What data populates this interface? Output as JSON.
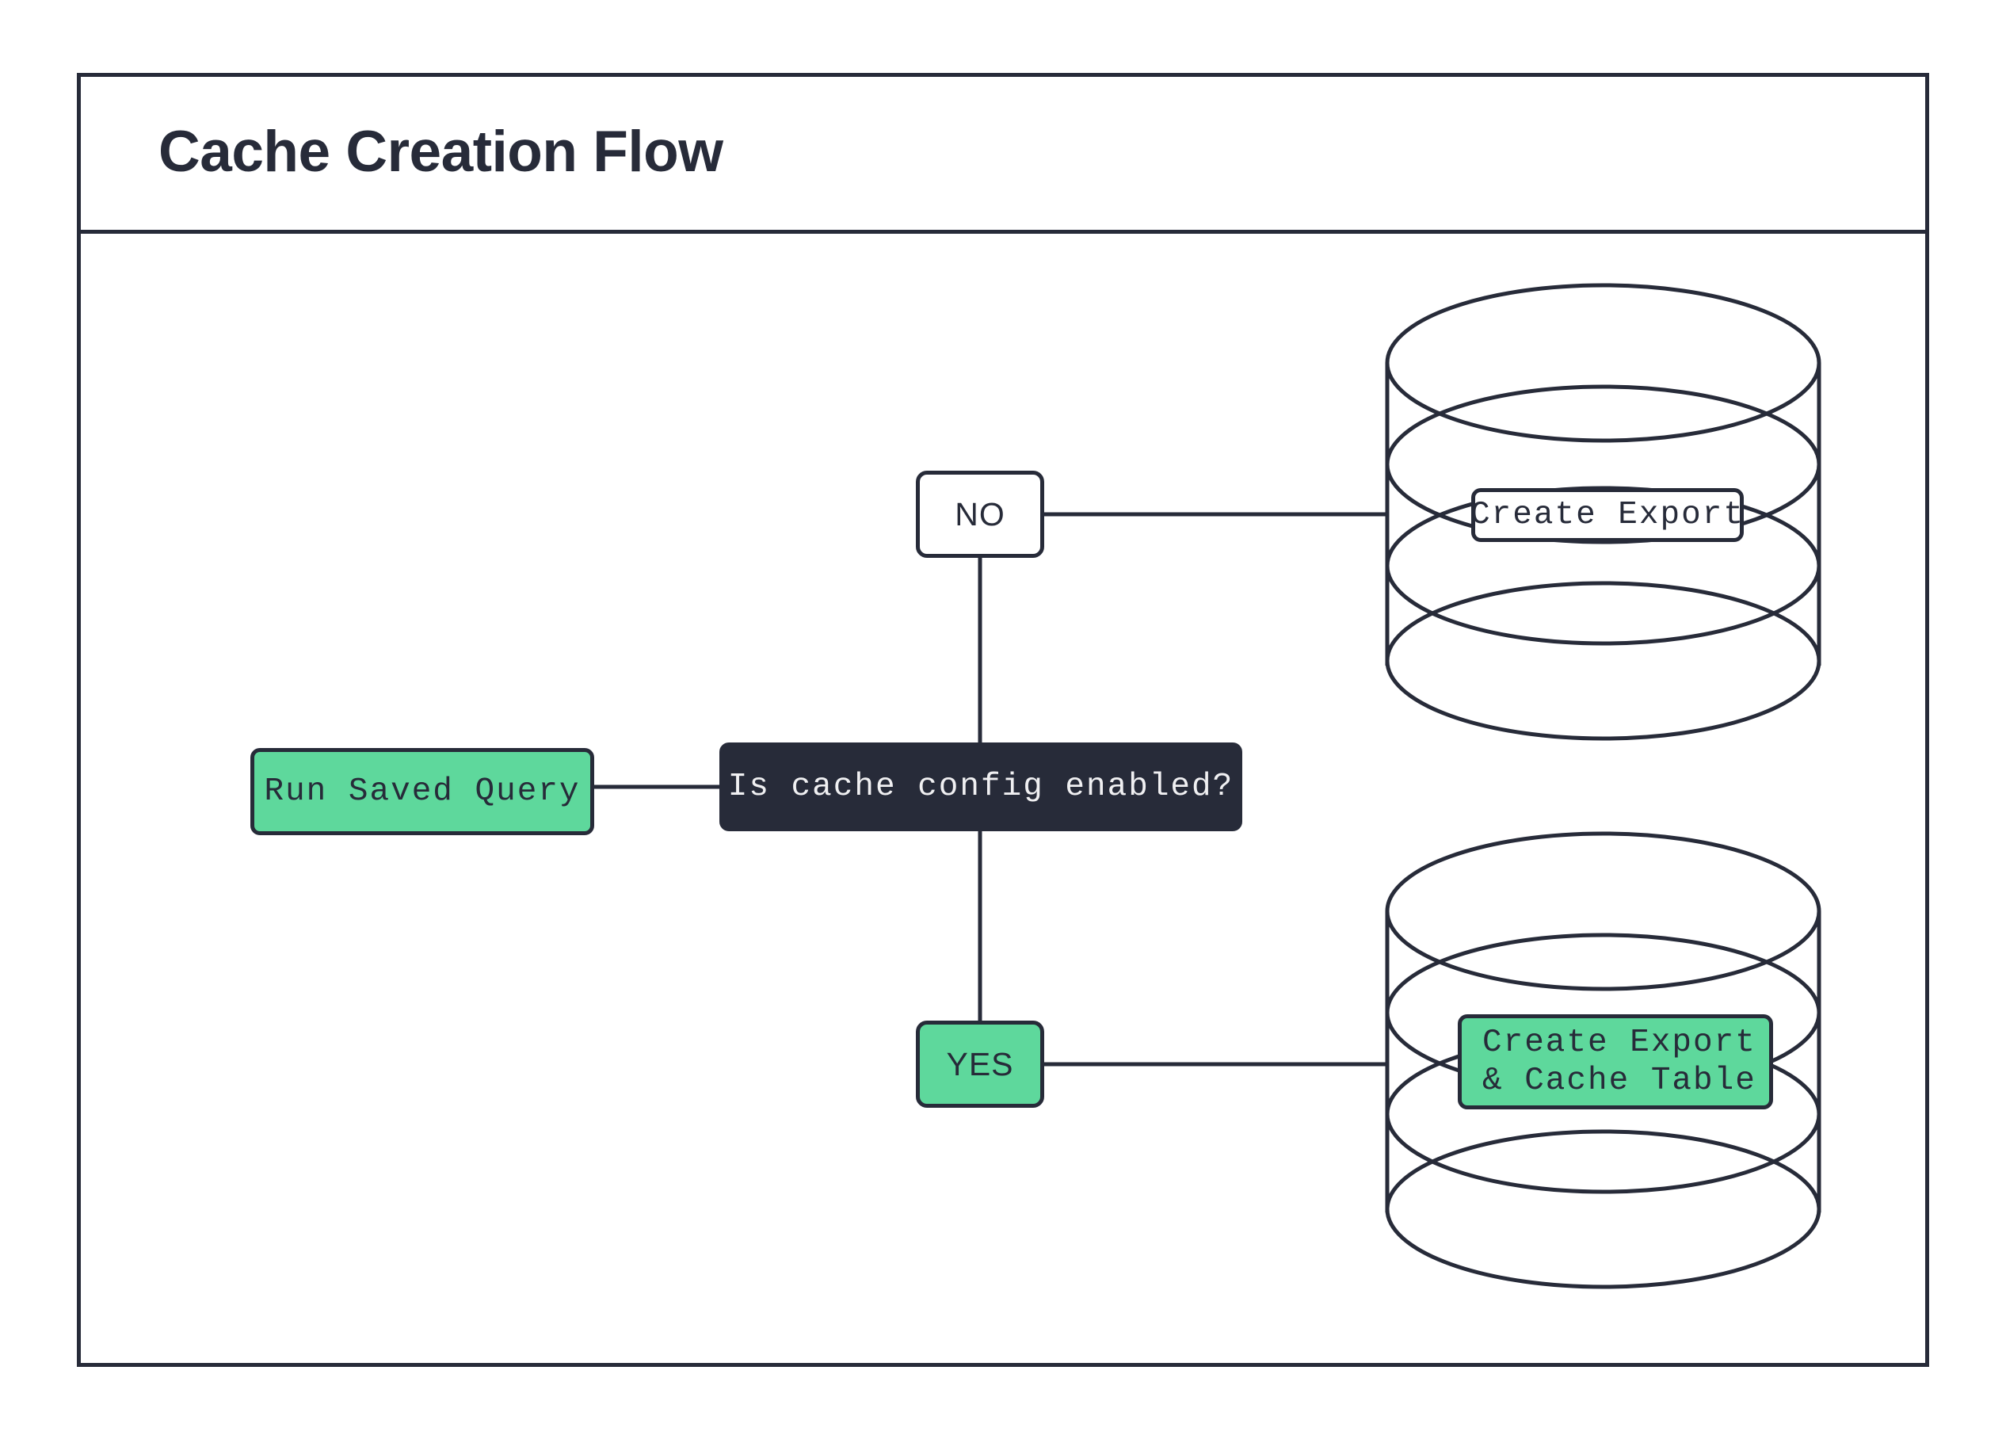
{
  "diagram": {
    "title": "Cache Creation Flow",
    "background_color": "#ffffff",
    "line_color": "#272b39",
    "accent_green": "#5ed89c",
    "dark_fill": "#272b39"
  },
  "nodes": {
    "start": {
      "label": "Run Saved Query",
      "shape": "rounded-rect",
      "fill": "#5ed89c"
    },
    "decision": {
      "label": "Is cache config enabled?",
      "shape": "rounded-rect",
      "fill": "#272b39"
    },
    "branch_no": {
      "label": "NO",
      "shape": "rounded-rect",
      "fill": "#ffffff"
    },
    "branch_yes": {
      "label": "YES",
      "shape": "rounded-rect",
      "fill": "#5ed89c"
    },
    "db_top": {
      "label": "Create Export",
      "shape": "database-cylinder",
      "fill": "#ffffff"
    },
    "db_bottom": {
      "label_line_1": "Create Export",
      "label_line_2": "& Cache Table",
      "shape": "database-cylinder",
      "fill": "#5ed89c"
    }
  },
  "edges": [
    {
      "from": "start",
      "to": "decision",
      "label": ""
    },
    {
      "from": "decision",
      "to": "branch_no",
      "label": ""
    },
    {
      "from": "decision",
      "to": "branch_yes",
      "label": ""
    },
    {
      "from": "branch_no",
      "to": "db_top",
      "label": ""
    },
    {
      "from": "branch_yes",
      "to": "db_bottom",
      "label": ""
    }
  ]
}
